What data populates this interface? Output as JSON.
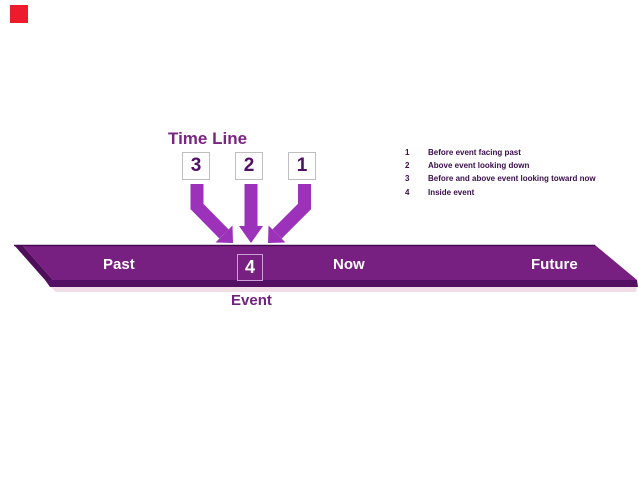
{
  "colors": {
    "background": "#FFFFFF",
    "red_marker": "#ED1B2C",
    "title_text": "#7A2483",
    "digit_text": "#4F1066",
    "digit_box_border": "#BFBFBF",
    "arrow": "#9C31BA",
    "bar_main": "#782081",
    "bar_left_bevel": "#4E0E59",
    "bar_bottom_edge": "#541163",
    "bar_top_line": "#470A52",
    "bar_shadow_pink": "#F2DCE5",
    "bar_label_text": "#FFFFFF",
    "event_box_border": "#C9A0D4",
    "event_text": "#72217E",
    "legend_text": "#3A0D4B"
  },
  "title": {
    "text": "Time Line"
  },
  "viewpoints": {
    "boxes": [
      {
        "label": "3"
      },
      {
        "label": "2"
      },
      {
        "label": "1"
      }
    ]
  },
  "timeline": {
    "past_label": "Past",
    "now_label": "Now",
    "future_label": "Future",
    "event_box_label": "4",
    "event_label": "Event"
  },
  "legend": {
    "items": [
      {
        "num": "1",
        "text": "Before event facing past"
      },
      {
        "num": "2",
        "text": "Above event looking down"
      },
      {
        "num": "3",
        "text": "Before and above event looking toward now"
      },
      {
        "num": "4",
        "text": "Inside event"
      }
    ]
  }
}
